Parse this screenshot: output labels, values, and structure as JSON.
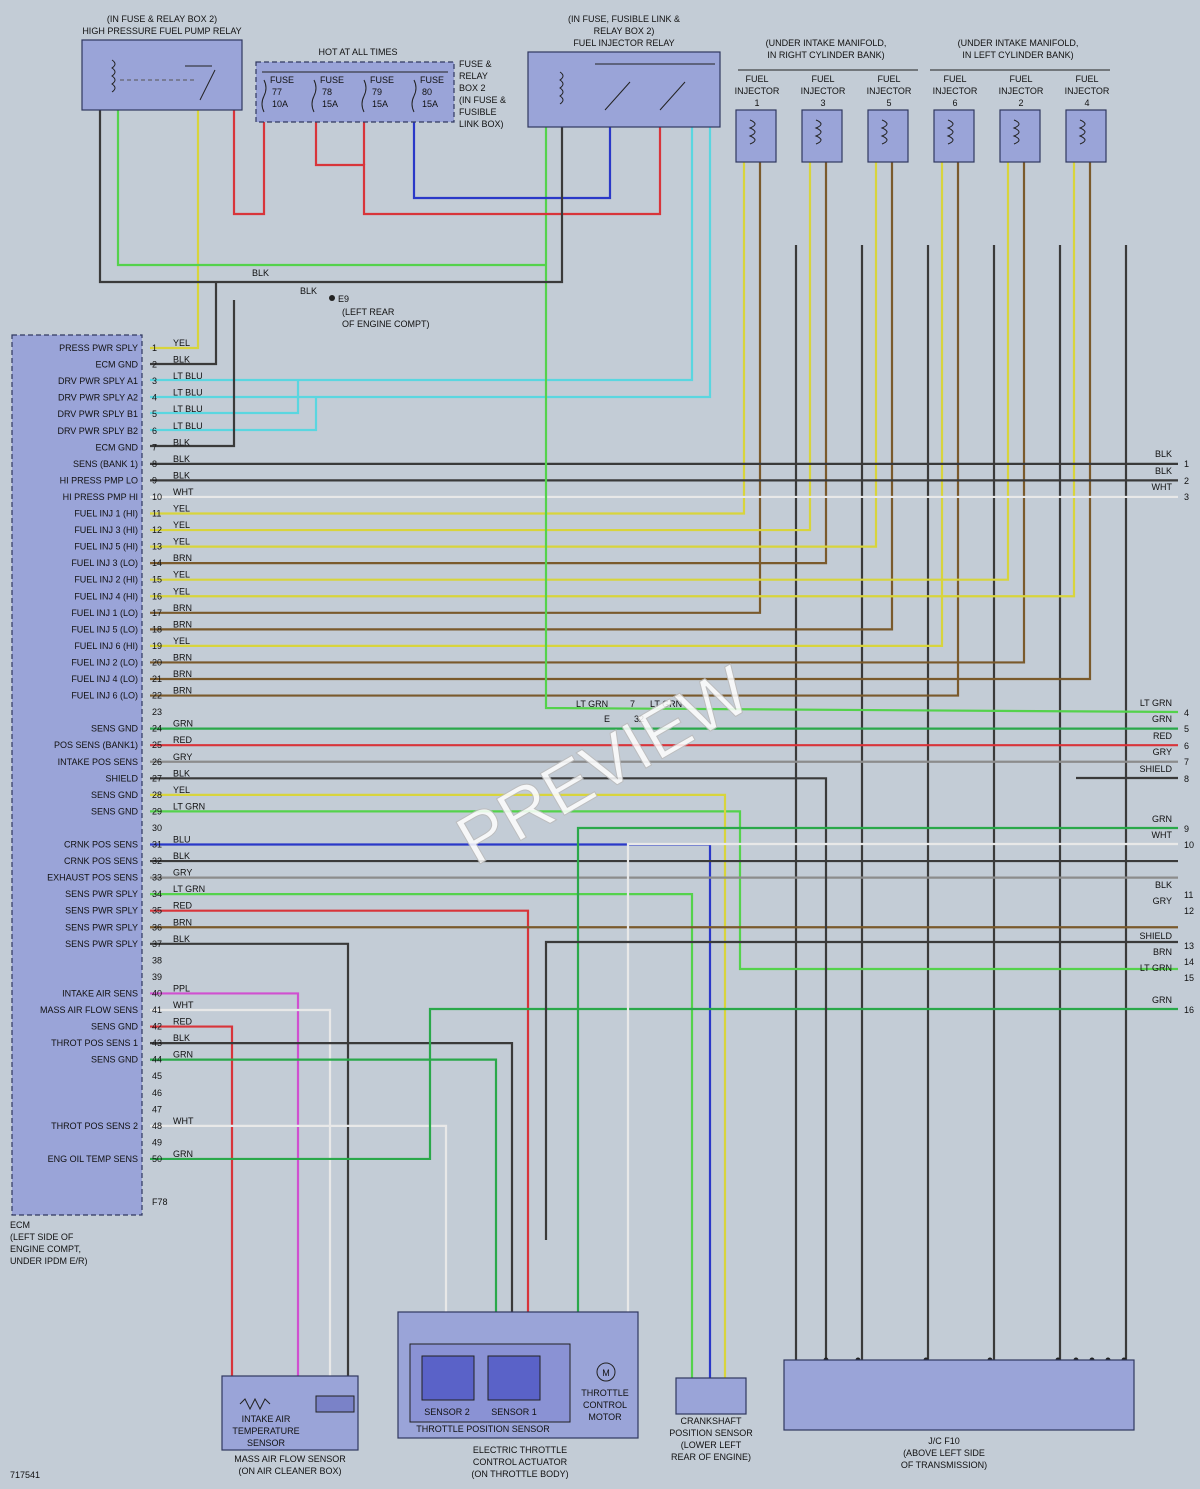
{
  "components": {
    "hpfp_relay": {
      "l1": "(IN FUSE & RELAY BOX 2)",
      "l2": "HIGH PRESSURE FUEL PUMP RELAY"
    },
    "fuses": {
      "title": "HOT AT ALL TIMES",
      "items": [
        {
          "name": "FUSE",
          "num": "77",
          "amp": "10A"
        },
        {
          "name": "FUSE",
          "num": "78",
          "amp": "15A"
        },
        {
          "name": "FUSE",
          "num": "79",
          "amp": "15A"
        },
        {
          "name": "FUSE",
          "num": "80",
          "amp": "15A"
        }
      ],
      "loc": [
        "FUSE &",
        "RELAY",
        "BOX 2",
        "(IN FUSE &",
        "FUSIBLE",
        "LINK BOX)"
      ]
    },
    "inj_relay": {
      "l1": "(IN FUSE, FUSIBLE LINK &",
      "l2": "RELAY BOX 2)",
      "l3": "FUEL INJECTOR RELAY"
    },
    "bank_right": {
      "l1": "(UNDER INTAKE MANIFOLD,",
      "l2": "IN RIGHT CYLINDER BANK)"
    },
    "bank_left": {
      "l1": "(UNDER INTAKE MANIFOLD,",
      "l2": "IN LEFT CYLINDER BANK)"
    },
    "injectors": [
      {
        "l1": "FUEL",
        "l2": "INJECTOR",
        "n": "1"
      },
      {
        "l1": "FUEL",
        "l2": "INJECTOR",
        "n": "3"
      },
      {
        "l1": "FUEL",
        "l2": "INJECTOR",
        "n": "5"
      },
      {
        "l1": "FUEL",
        "l2": "INJECTOR",
        "n": "6"
      },
      {
        "l1": "FUEL",
        "l2": "INJECTOR",
        "n": "2"
      },
      {
        "l1": "FUEL",
        "l2": "INJECTOR",
        "n": "4"
      }
    ],
    "ground": {
      "id": "E9",
      "l1": "(LEFT REAR",
      "l2": "OF ENGINE COMPT)"
    },
    "ecm": {
      "l1": "ECM",
      "l2": "(LEFT SIDE OF",
      "l3": "ENGINE COMPT,",
      "l4": "UNDER IPDM E/R)",
      "conn": "F78"
    },
    "maf": {
      "inner1": "INTAKE AIR",
      "inner2": "TEMPERATURE",
      "inner3": "SENSOR",
      "l1": "MASS AIR FLOW SENSOR",
      "l2": "(ON AIR CLEANER BOX)"
    },
    "etc": {
      "s2": "SENSOR 2",
      "s1": "SENSOR 1",
      "tps": "THROTTLE POSITION SENSOR",
      "m": "M",
      "mot1": "THROTTLE",
      "mot2": "CONTROL",
      "mot3": "MOTOR",
      "l1": "ELECTRIC THROTTLE",
      "l2": "CONTROL ACTUATOR",
      "l3": "(ON THROTTLE BODY)"
    },
    "ckp": {
      "l1": "CRANKSHAFT",
      "l2": "POSITION SENSOR",
      "l3": "(LOWER LEFT",
      "l4": "REAR OF ENGINE)"
    },
    "jc": {
      "l1": "J/C F10",
      "l2": "(ABOVE LEFT SIDE",
      "l3": "OF TRANSMISSION)"
    }
  },
  "ecm_pins": [
    {
      "n": "1",
      "label": "PRESS PWR SPLY",
      "wire": "YEL"
    },
    {
      "n": "2",
      "label": "ECM GND",
      "wire": "BLK"
    },
    {
      "n": "3",
      "label": "DRV PWR SPLY A1",
      "wire": "LT BLU"
    },
    {
      "n": "4",
      "label": "DRV PWR SPLY A2",
      "wire": "LT BLU"
    },
    {
      "n": "5",
      "label": "DRV PWR SPLY B1",
      "wire": "LT BLU"
    },
    {
      "n": "6",
      "label": "DRV PWR SPLY B2",
      "wire": "LT BLU"
    },
    {
      "n": "7",
      "label": "ECM GND",
      "wire": "BLK"
    },
    {
      "n": "8",
      "label": "SENS (BANK 1)",
      "wire": "BLK"
    },
    {
      "n": "9",
      "label": "HI PRESS PMP LO",
      "wire": "BLK"
    },
    {
      "n": "10",
      "label": "HI PRESS PMP HI",
      "wire": "WHT"
    },
    {
      "n": "11",
      "label": "FUEL INJ 1 (HI)",
      "wire": "YEL"
    },
    {
      "n": "12",
      "label": "FUEL INJ 3 (HI)",
      "wire": "YEL"
    },
    {
      "n": "13",
      "label": "FUEL INJ 5 (HI)",
      "wire": "YEL"
    },
    {
      "n": "14",
      "label": "FUEL INJ 3 (LO)",
      "wire": "BRN"
    },
    {
      "n": "15",
      "label": "FUEL INJ 2 (HI)",
      "wire": "YEL"
    },
    {
      "n": "16",
      "label": "FUEL INJ 4 (HI)",
      "wire": "YEL"
    },
    {
      "n": "17",
      "label": "FUEL INJ 1 (LO)",
      "wire": "BRN"
    },
    {
      "n": "18",
      "label": "FUEL INJ 5 (LO)",
      "wire": "BRN"
    },
    {
      "n": "19",
      "label": "FUEL INJ 6 (HI)",
      "wire": "YEL"
    },
    {
      "n": "20",
      "label": "FUEL INJ 2 (LO)",
      "wire": "BRN"
    },
    {
      "n": "21",
      "label": "FUEL INJ 4 (LO)",
      "wire": "BRN"
    },
    {
      "n": "22",
      "label": "FUEL INJ 6 (LO)",
      "wire": "BRN"
    },
    {
      "n": "23",
      "label": "",
      "wire": ""
    },
    {
      "n": "24",
      "label": "SENS GND",
      "wire": "GRN"
    },
    {
      "n": "25",
      "label": "POS SENS (BANK1)",
      "wire": "RED"
    },
    {
      "n": "26",
      "label": "INTAKE POS SENS",
      "wire": "GRY"
    },
    {
      "n": "27",
      "label": "SHIELD",
      "wire": "BLK"
    },
    {
      "n": "28",
      "label": "SENS GND",
      "wire": "YEL"
    },
    {
      "n": "29",
      "label": "SENS GND",
      "wire": "LT GRN"
    },
    {
      "n": "30",
      "label": "",
      "wire": ""
    },
    {
      "n": "31",
      "label": "CRNK POS SENS",
      "wire": "BLU"
    },
    {
      "n": "32",
      "label": "CRNK POS SENS",
      "wire": "BLK"
    },
    {
      "n": "33",
      "label": "EXHAUST POS SENS",
      "wire": "GRY"
    },
    {
      "n": "34",
      "label": "SENS PWR SPLY",
      "wire": "LT GRN"
    },
    {
      "n": "35",
      "label": "SENS PWR SPLY",
      "wire": "RED"
    },
    {
      "n": "36",
      "label": "SENS PWR SPLY",
      "wire": "BRN"
    },
    {
      "n": "37",
      "label": "SENS PWR SPLY",
      "wire": "BLK"
    },
    {
      "n": "38",
      "label": "",
      "wire": ""
    },
    {
      "n": "39",
      "label": "",
      "wire": ""
    },
    {
      "n": "40",
      "label": "INTAKE AIR SENS",
      "wire": "PPL"
    },
    {
      "n": "41",
      "label": "MASS AIR FLOW SENS",
      "wire": "WHT"
    },
    {
      "n": "42",
      "label": "SENS GND",
      "wire": "RED"
    },
    {
      "n": "43",
      "label": "THROT POS SENS 1",
      "wire": "BLK"
    },
    {
      "n": "44",
      "label": "SENS GND",
      "wire": "GRN"
    },
    {
      "n": "45",
      "label": "",
      "wire": ""
    },
    {
      "n": "46",
      "label": "",
      "wire": ""
    },
    {
      "n": "47",
      "label": "",
      "wire": ""
    },
    {
      "n": "48",
      "label": "THROT POS SENS 2",
      "wire": "WHT"
    },
    {
      "n": "49",
      "label": "",
      "wire": ""
    },
    {
      "n": "50",
      "label": "ENG OIL TEMP SENS",
      "wire": "GRN"
    }
  ],
  "right_edge": [
    {
      "n": "1",
      "wire": "BLK"
    },
    {
      "n": "2",
      "wire": "BLK"
    },
    {
      "n": "3",
      "wire": "WHT"
    },
    {
      "n": "4",
      "wire": "LT GRN"
    },
    {
      "n": "5",
      "wire": "GRN"
    },
    {
      "n": "6",
      "wire": "RED"
    },
    {
      "n": "7",
      "wire": "GRY"
    },
    {
      "n": "8",
      "wire": "SHIELD"
    },
    {
      "n": "9",
      "wire": "GRN"
    },
    {
      "n": "10",
      "wire": "WHT"
    },
    {
      "n": "11",
      "wire": "BLK"
    },
    {
      "n": "12",
      "wire": "GRY"
    },
    {
      "n": "13",
      "wire": "SHIELD"
    },
    {
      "n": "14",
      "wire": "BRN"
    },
    {
      "n": "15",
      "wire": "LT GRN"
    },
    {
      "n": "16",
      "wire": "GRN"
    }
  ],
  "misc": {
    "watermark": "PREVIEW",
    "fig_id": "717541",
    "blk": "BLK",
    "ltgrn": "LT GRN",
    "ltgrn_pin": "7",
    "e_conn": "E",
    "conn_32": "32"
  },
  "colors": {
    "YEL": "#d8d43c",
    "BLK": "#3a3a3a",
    "LT BLU": "#5ad6e0",
    "WHT": "#e8e8e8",
    "BRN": "#7a5a2c",
    "GRN": "#2aa84a",
    "RED": "#d8343a",
    "GRY": "#8c8c8c",
    "LT GRN": "#54d24c",
    "BLU": "#2a38c8",
    "PPL": "#d050d0",
    "PNK": "#e890b0"
  }
}
